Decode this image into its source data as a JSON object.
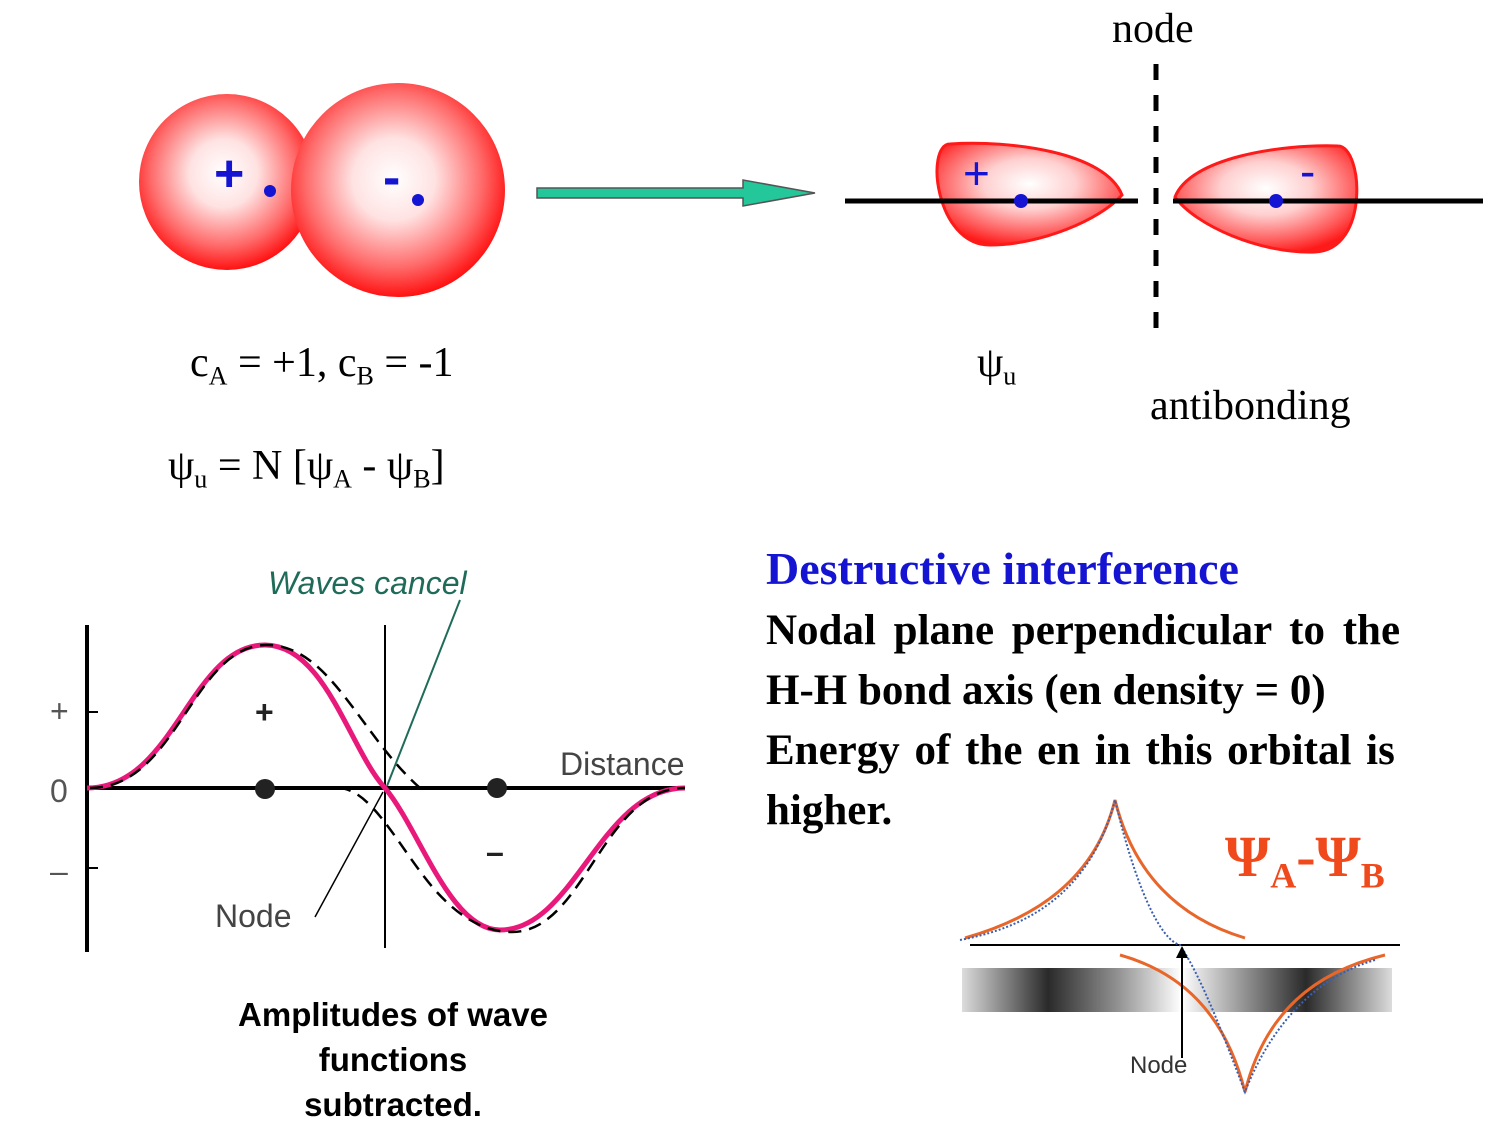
{
  "top_left": {
    "plus_sign": "+",
    "minus_sign": "-",
    "coefficients": {
      "c": "c",
      "sub_a": "A",
      "eq1": " = +1, c",
      "sub_b": "B",
      "eq2": " = -1"
    },
    "equation": {
      "psi": "ψ",
      "sub_u": "u",
      "eq": " = N [ψ",
      "sub_a": "A",
      "mid": " - ψ",
      "sub_b": "B",
      "close": "]"
    }
  },
  "top_right": {
    "node_label": "node",
    "plus_sign": "+",
    "minus_sign": "-",
    "psi_label": {
      "psi": "ψ",
      "sub_u": "u"
    },
    "antibonding_label": "antibonding"
  },
  "left_plot": {
    "waves_cancel": "Waves cancel",
    "plus_axis": "+",
    "zero_axis": "0",
    "minus_axis": "–",
    "plus_region": "+",
    "minus_region": "–",
    "distance": "Distance",
    "node": "Node",
    "caption": {
      "line1": "Amplitudes of wave",
      "line2": "functions",
      "line3": "subtracted."
    }
  },
  "text_block": {
    "heading": "Destructive interference",
    "line1": "Nodal plane perpendicular to the",
    "line2": "H-H bond axis (en density = 0)",
    "line3": "Energy of the en in this orbital is",
    "line4": "higher."
  },
  "right_plot": {
    "formula": {
      "psi1": "Ψ",
      "sub_a": "A",
      "dash": "-",
      "psi2": "Ψ",
      "sub_b": "B"
    },
    "node": "Node"
  },
  "colors": {
    "sign_blue": "#1414d2",
    "heading_blue": "#1414d2",
    "formula_orange": "#f04a1c",
    "arrow_fill": "#23c79a",
    "orbital_red": "#ff1a1a",
    "curve_magenta": "#e8197a",
    "annotation_teal": "#1f6b5a",
    "curve_orange": "#e8662a",
    "curve_blue": "#3a5fb0"
  }
}
